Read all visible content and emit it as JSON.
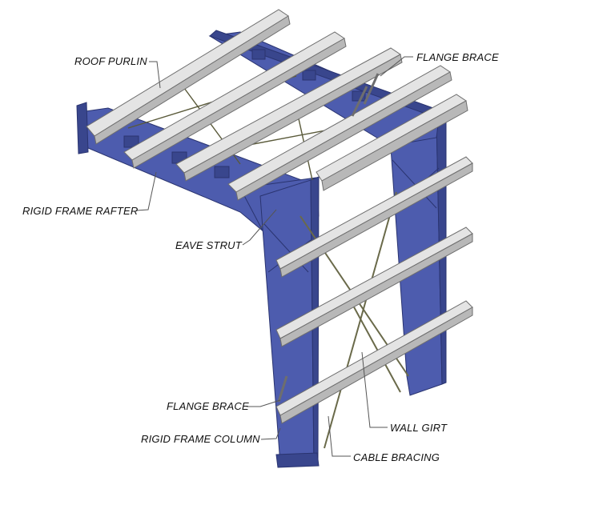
{
  "colors": {
    "steel": "#4d5cae",
    "steel_dark": "#39468d",
    "steel_edge": "#2a3470",
    "purlin": "#d9d9d9",
    "cable": "#6a6a4a"
  },
  "labels": {
    "roof_purlin": "ROOF PURLIN",
    "flange_brace_top": "FLANGE BRACE",
    "rigid_frame_rafter": "RIGID FRAME RAFTER",
    "eave_strut": "EAVE STRUT",
    "flange_brace_bottom": "FLANGE BRACE",
    "rigid_frame_column": "RIGID FRAME COLUMN",
    "wall_girt": "WALL GIRT",
    "cable_bracing": "CABLE BRACING"
  }
}
